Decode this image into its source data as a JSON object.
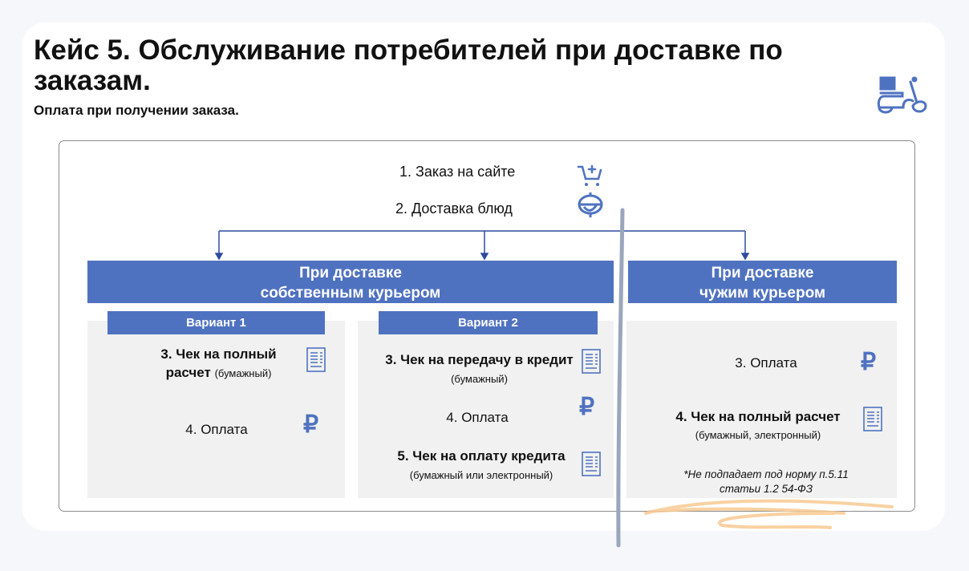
{
  "title": "Кейс 5. Обслуживание потребителей при доставке по заказам.",
  "subtitle": "Оплата при получении заказа.",
  "steps": {
    "order": "1. Заказ на сайте",
    "delivery": "2. Доставка блюд"
  },
  "own_courier": {
    "header_line1": "При доставке",
    "header_line2": "собственным курьером",
    "variant1": {
      "label": "Вариант 1",
      "check_bold": "3. Чек на полный расчет",
      "check_note": "(бумажный)",
      "payment": "4. Оплата"
    },
    "variant2": {
      "label": "Вариант 2",
      "check_bold": "3. Чек на передачу в кредит",
      "check_note": "(бумажный)",
      "payment": "4. Оплата",
      "credit_bold": "5. Чек на оплату кредита",
      "credit_note": "(бумажный или электронный)"
    }
  },
  "other_courier": {
    "header_line1": "При доставке",
    "header_line2": "чужим курьером",
    "payment": "3. Оплата",
    "check_bold": "4. Чек на полный расчет",
    "check_note": "(бумажный, электронный)",
    "footnote_line1": "*Не подпадает под норму п.5.11",
    "footnote_line2": "статьи 1.2 54-ФЗ"
  },
  "colors": {
    "accent": "#4f72c0",
    "panel": "#f1f1f1",
    "scribble": "#f8c992",
    "divider": "#9aa6bb"
  }
}
